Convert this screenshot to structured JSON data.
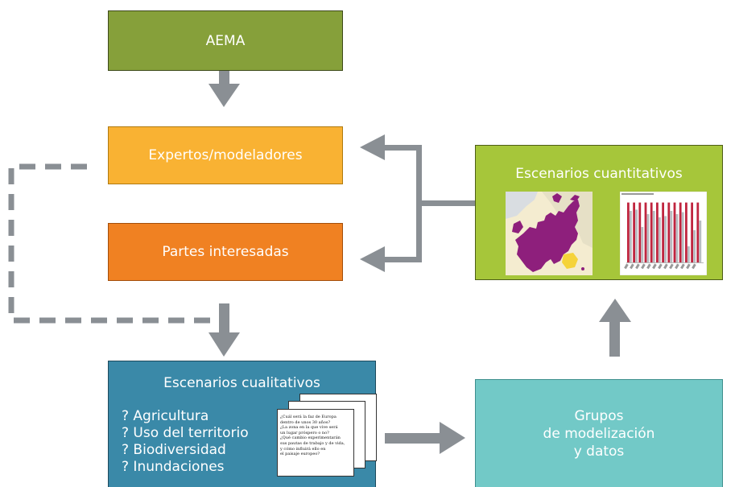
{
  "boxes": {
    "aema": "AEMA",
    "expertos": "Expertos/modeladores",
    "partes": "Partes interesadas",
    "cuantitativos": "Escenarios cuantitativos",
    "cualitativos": "Escenarios cualitativos",
    "grupos": [
      "Grupos",
      "de modelización",
      "y datos"
    ]
  },
  "cualitativos_items": [
    "? Agricultura",
    "? Uso del territorio",
    "? Biodiversidad",
    "? Inundaciones"
  ],
  "document_text": [
    "¿Cuál será la faz de Europa",
    "dentro de unos 30 años?",
    "¿La zona en la que vive será",
    "un lugar próspero o no?",
    "¿Qué cambio experimentarán",
    "sus pautas de trabajo y de vida,",
    "y cómo influirá ello en",
    "el paisaje europeo?"
  ],
  "colors": {
    "aema": "#86a03a",
    "expertos": "#f9b233",
    "partes": "#f08122",
    "cuantitativos": "#a6c63a",
    "cualitativos": "#3a89a8",
    "grupos": "#72c9c7",
    "arrow": "#8a8f94",
    "map_highlight": "#8e1f7c",
    "chart_bar_red": "#c0253f",
    "chart_bar_grey": "#b8bcc1"
  },
  "chart_thumbnail": {
    "red_values": [
      0.93,
      0.93,
      0.93,
      0.93,
      0.93,
      0.93,
      0.93,
      0.93,
      0.93,
      0.93,
      0.93,
      0.93,
      0.93
    ],
    "grey_values": [
      0.8,
      0.82,
      0.55,
      0.75,
      0.8,
      0.7,
      0.72,
      0.8,
      0.75,
      0.78,
      0.25,
      0.5,
      0.65
    ]
  }
}
